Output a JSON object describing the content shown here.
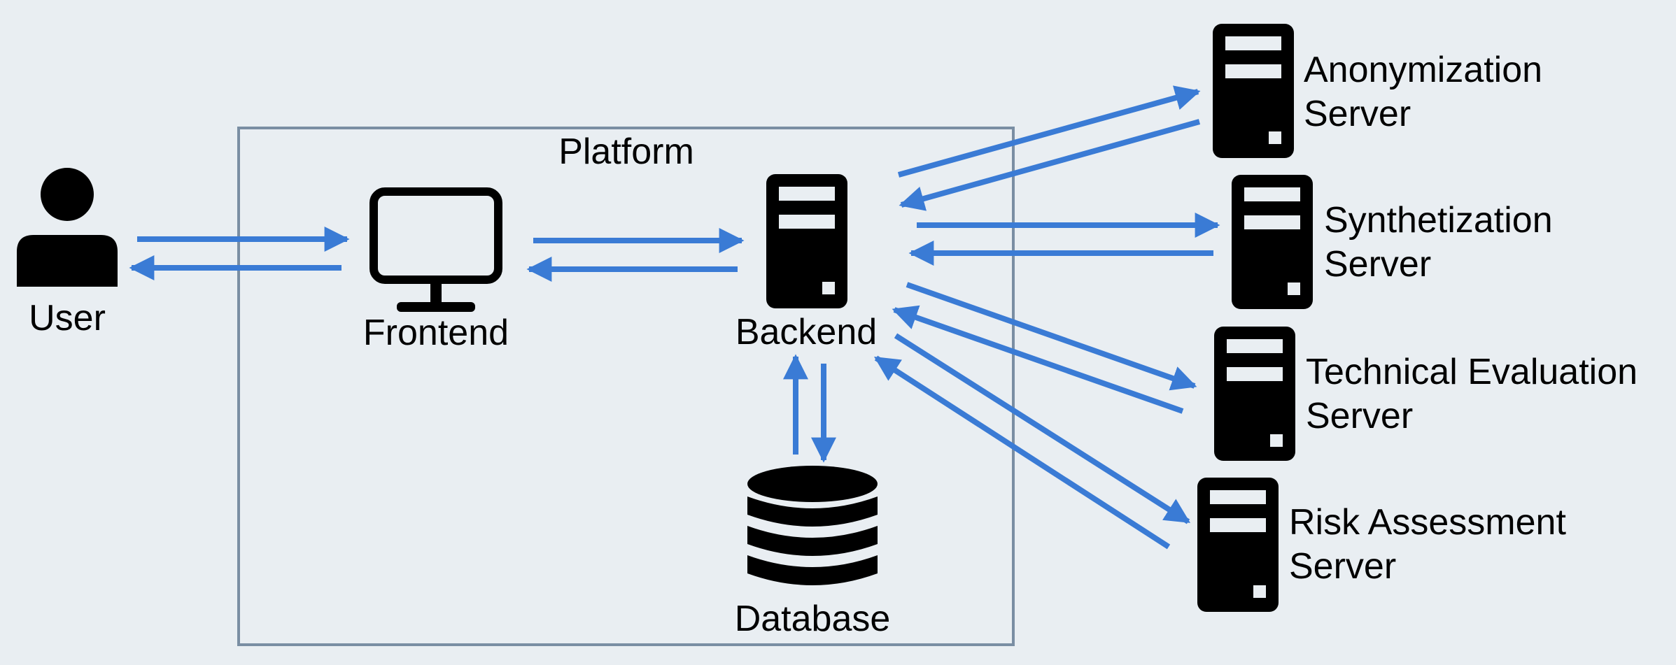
{
  "colors": {
    "background": "#e9eef2",
    "arrow": "#3a7bd5",
    "icon": "#000000",
    "platform_border": "#7a8ea3"
  },
  "platform": {
    "label": "Platform"
  },
  "user": {
    "label": "User",
    "icon": "user-icon"
  },
  "frontend": {
    "label": "Frontend",
    "icon": "monitor-icon"
  },
  "backend": {
    "label": "Backend",
    "icon": "server-icon"
  },
  "database": {
    "label": "Database",
    "icon": "database-icon"
  },
  "servers": [
    {
      "line1": "Anonymization",
      "line2": "Server",
      "icon": "server-icon"
    },
    {
      "line1": "Synthetization",
      "line2": "Server",
      "icon": "server-icon"
    },
    {
      "line1": "Technical Evaluation",
      "line2": "Server",
      "icon": "server-icon"
    },
    {
      "line1": "Risk Assessment",
      "line2": "Server",
      "icon": "server-icon"
    }
  ]
}
